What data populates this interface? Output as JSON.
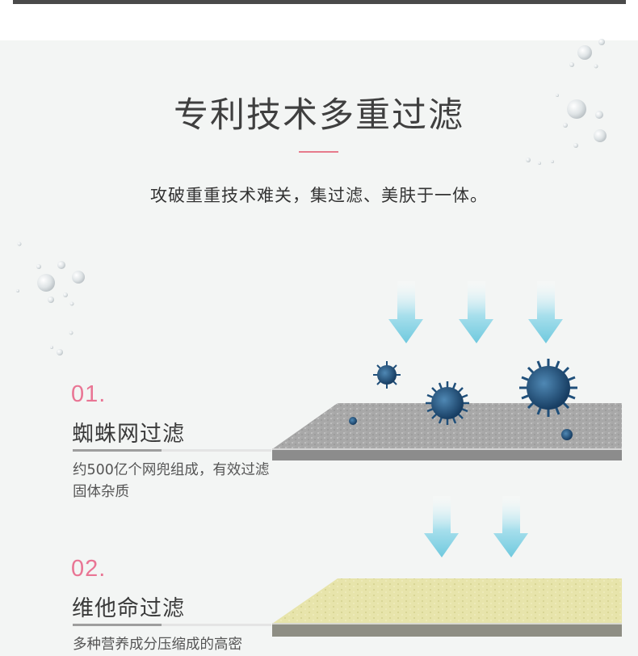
{
  "header": {
    "title": "专利技术多重过滤",
    "subtitle": "攻破重重技术难关，集过滤、美肤于一体。"
  },
  "steps": [
    {
      "number": "01.",
      "title": "蜘蛛网过滤",
      "description": "约500亿个网兜组成，有效过滤固体杂质"
    },
    {
      "number": "02.",
      "title": "维他命过滤",
      "description": "多种营养成分压缩成的高密"
    }
  ],
  "colors": {
    "accent": "#e97594",
    "arrow": "#7fd0e2",
    "filter_gray": "#a9a9a9",
    "filter_yellow": "#e6e3a8",
    "virus": "#1f4f7a"
  }
}
